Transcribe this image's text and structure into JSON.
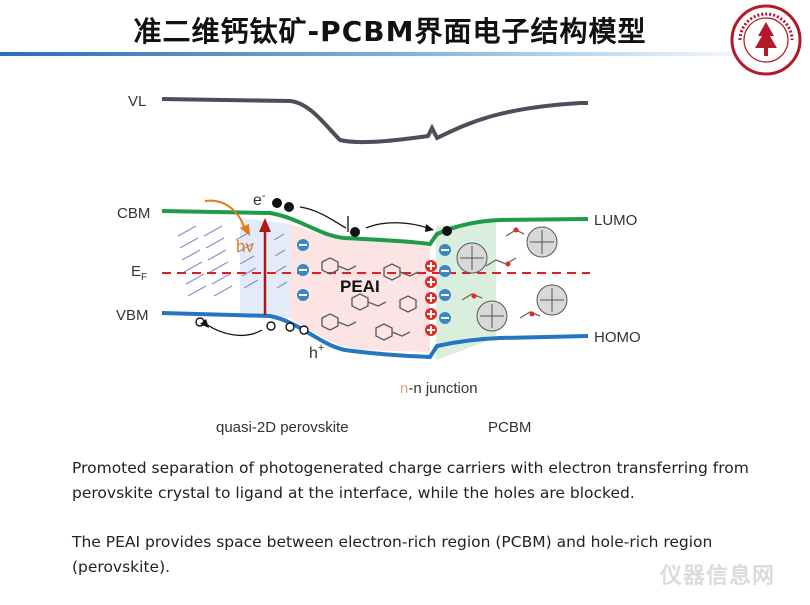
{
  "slide": {
    "title": "准二维钙钛矿-PCBM界面电子结构模型",
    "paragraphs": [
      "Promoted separation of photogenerated charge carriers with electron transferring from perovskite crystal to ligand at the interface, while the holes are blocked.",
      "The PEAI provides space between electron-rich region (PCBM) and hole-rich region (perovskite)."
    ],
    "watermark": "仪器信息网"
  },
  "diagram": {
    "labels": {
      "vl": "VL",
      "cbm": "CBM",
      "ef": "E",
      "ef_sub": "F",
      "vbm": "VBM",
      "lumo": "LUMO",
      "homo": "HOMO",
      "electron": "e",
      "electron_sup": "-",
      "hole": "h",
      "hole_sup": "+",
      "photon": "hv",
      "ligand": "PEAI",
      "junction_n1": "n",
      "junction_rest": "-n junction",
      "left_caption": "quasi-2D perovskite",
      "right_caption": "PCBM"
    },
    "colors": {
      "vl_line": "#4a4f5a",
      "conduction_band": "#1f9a48",
      "valence_band": "#2476c0",
      "fermi_level": "#e02020",
      "photon": "#e07a1a",
      "excitation_arrow": "#b01818",
      "ligand_region": "#fde4e4",
      "perovskite_region": "#e2ecf8",
      "pcbm_region": "#d9eedd",
      "charge_minus": "#3c86c6",
      "charge_plus": "#e02a2a",
      "title_rule": "#2a6fb0"
    },
    "icons": [
      "perovskite-crystal-icon",
      "peai-molecule-icon",
      "fullerene-icon",
      "logo-seal-icon"
    ]
  }
}
